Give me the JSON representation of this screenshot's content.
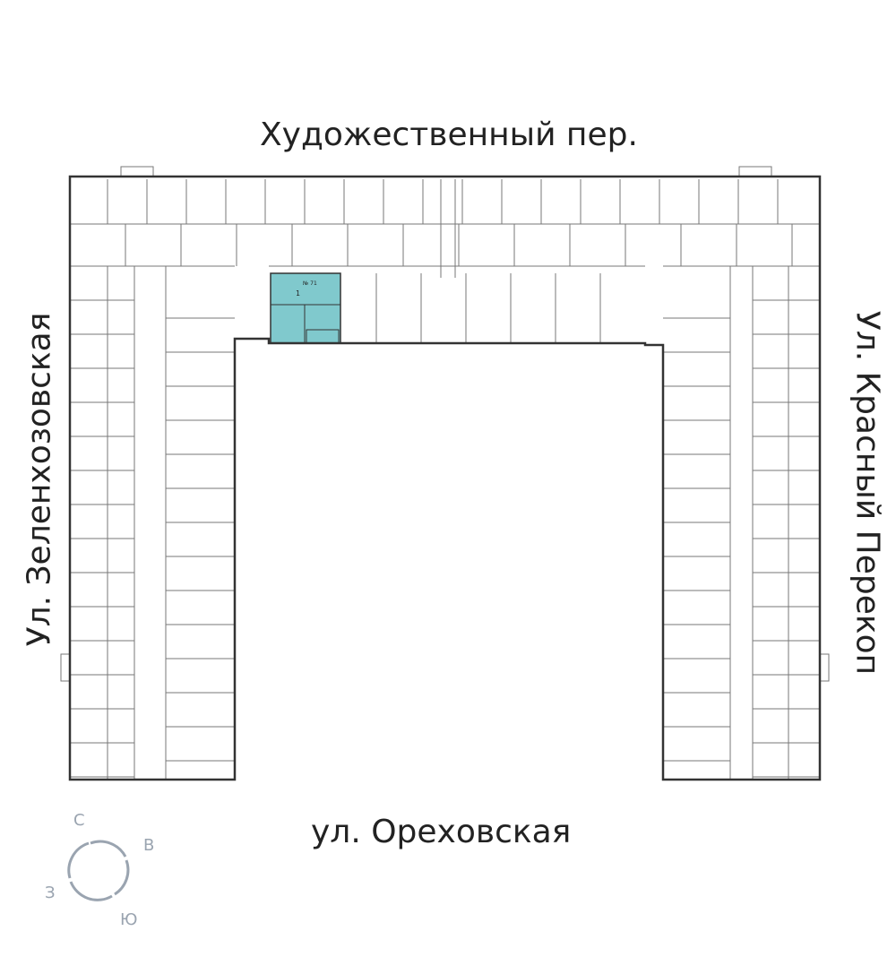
{
  "streets": {
    "top": "Художественный пер.",
    "bottom": "ул. Ореховская",
    "left": "Ул. Зеленхозовская",
    "right": "Ул. Красный Перекоп"
  },
  "highlighted_apartment": {
    "number": "№ 71",
    "rooms": "1",
    "color": "#80c9cd"
  },
  "compass": {
    "north": "С",
    "east": "В",
    "south": "Ю",
    "west": "З",
    "color": "#9aa4b0"
  }
}
